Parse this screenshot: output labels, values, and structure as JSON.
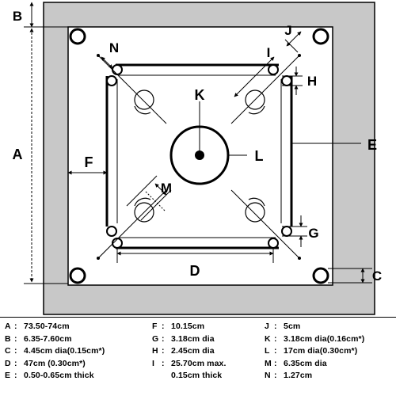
{
  "labels": {
    "A": "A",
    "B": "B",
    "C": "C",
    "D": "D",
    "E": "E",
    "F": "F",
    "G": "G",
    "H": "H",
    "I": "I",
    "J": "J",
    "K": "K",
    "L": "L",
    "M": "M",
    "N": "N"
  },
  "legend": [
    [
      {
        "key": "A",
        "text": "73.50-74cm"
      },
      {
        "key": "B",
        "text": "6.35-7.60cm"
      },
      {
        "key": "C",
        "text": "4.45cm dia(0.15cm*)"
      },
      {
        "key": "D",
        "text": "47cm (0.30cm*)"
      },
      {
        "key": "E",
        "text": "0.50-0.65cm thick"
      }
    ],
    [
      {
        "key": "F",
        "text": "10.15cm"
      },
      {
        "key": "G",
        "text": "3.18cm dia"
      },
      {
        "key": "H",
        "text": "2.45cm dia"
      },
      {
        "key": "I",
        "text": "25.70cm max."
      },
      {
        "key": "",
        "text": "0.15cm thick"
      }
    ],
    [
      {
        "key": "J",
        "text": "5cm"
      },
      {
        "key": "K",
        "text": "3.18cm dia(0.16cm*)"
      },
      {
        "key": "L",
        "text": "17cm dia(0.30cm*)"
      },
      {
        "key": "M",
        "text": "6.35cm dia"
      },
      {
        "key": "N",
        "text": "1.27cm"
      }
    ]
  ]
}
